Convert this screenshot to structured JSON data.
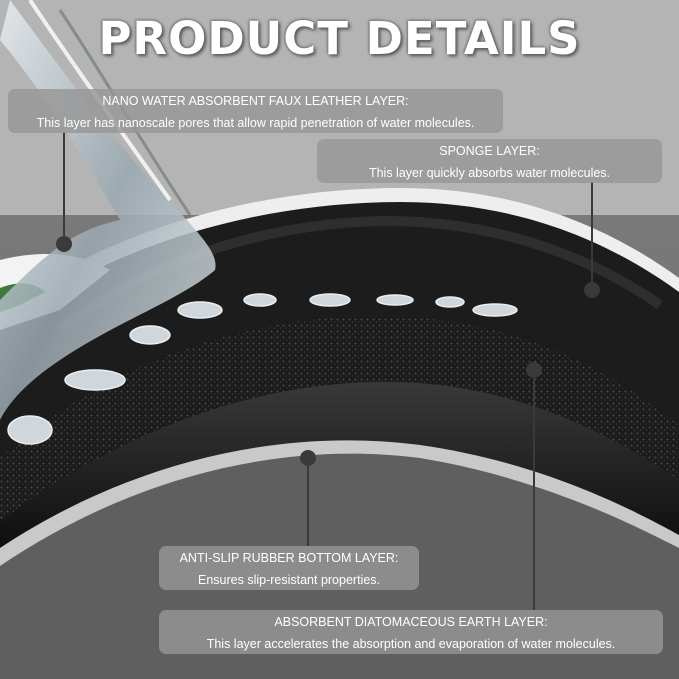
{
  "title": "PRODUCT DETAILS",
  "callouts": {
    "leather": {
      "heading": "NANO WATER ABSORBENT FAUX LEATHER LAYER:",
      "description": "This layer has nanoscale pores that allow rapid penetration of water molecules."
    },
    "sponge": {
      "heading": "SPONGE LAYER:",
      "description": "This layer quickly absorbs water molecules."
    },
    "rubber": {
      "heading": "ANTI-SLIP RUBBER BOTTOM LAYER:",
      "description": "Ensures slip-resistant properties."
    },
    "diatomaceous": {
      "heading": "ABSORBENT DIATOMACEOUS EARTH LAYER:",
      "description": "This layer accelerates the absorption and evaporation of water molecules."
    }
  },
  "colors": {
    "callout_background": "#969696",
    "title_text": "#ffffff"
  }
}
